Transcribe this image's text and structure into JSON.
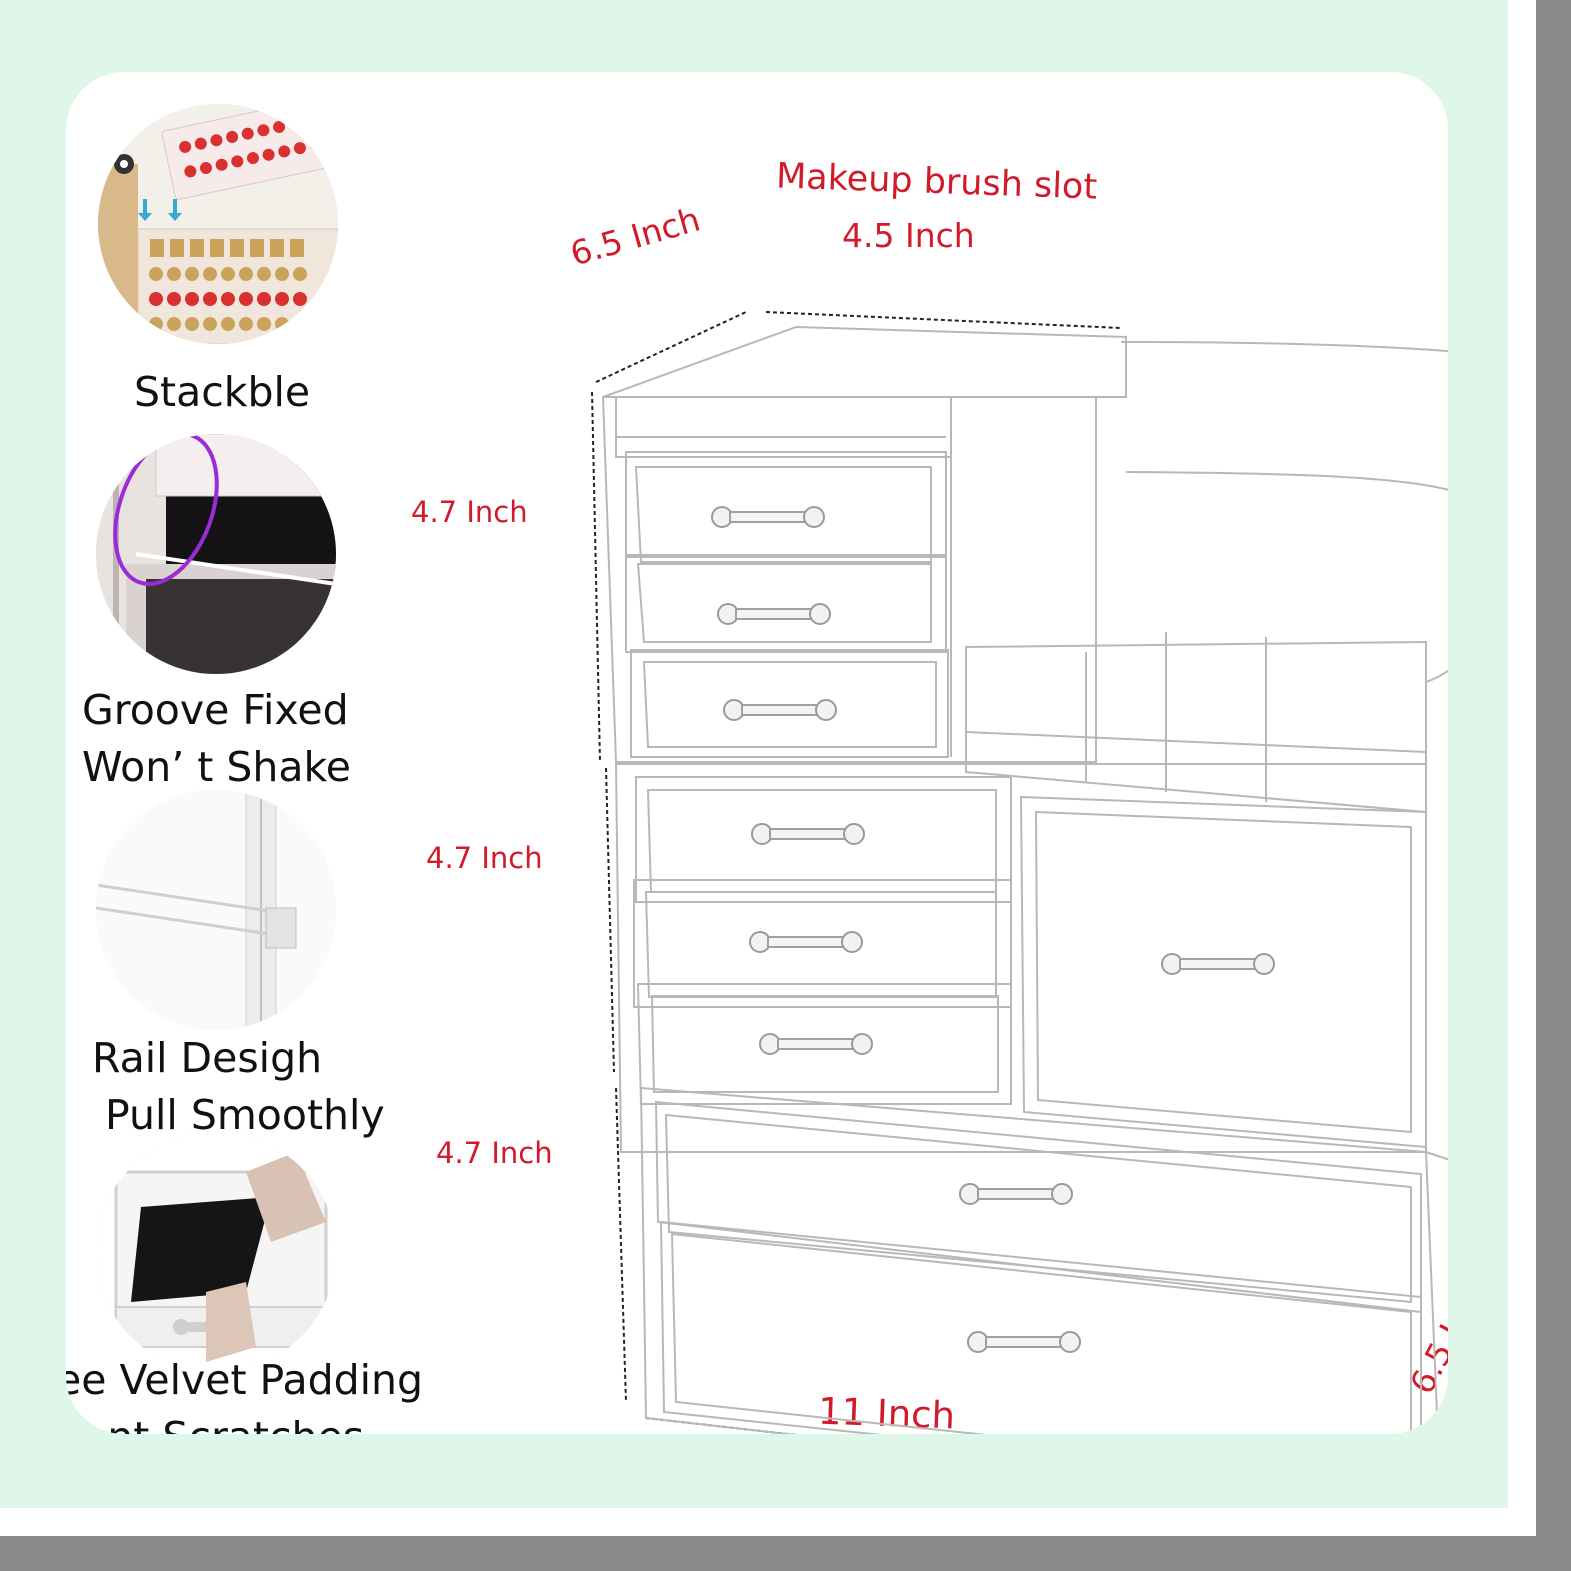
{
  "features": [
    {
      "label": "Stackble",
      "icon": "stacked-lipstick-trays-photo"
    },
    {
      "label": "Groove Fixed\nWon’ t Shake",
      "icon": "groove-closeup-photo"
    },
    {
      "label": "Rail Desigh\n Pull Smoothly",
      "icon": "rail-closeup-photo"
    },
    {
      "label": "ee Velvet Padding\n  ent Scratches",
      "icon": "velvet-padding-photo"
    }
  ],
  "dimensions": {
    "brush_slot": "Makeup brush slot",
    "brush_slot_width": "4.5 Inch",
    "depth": "6.5 Inch",
    "tier_top": "4.7 Inch",
    "tier_middle": "4.7 Inch",
    "tier_bottom": "4.7 Inch",
    "width": "11 Inch",
    "depth_right": "6.5 I"
  },
  "colors": {
    "border_mint": "#dff7e8",
    "dimension_red": "#d11a2a",
    "shadow_gray": "#8a8a8a"
  }
}
